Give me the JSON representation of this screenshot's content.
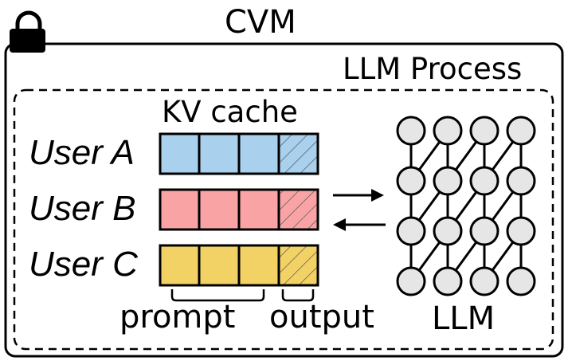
{
  "diagram": {
    "container_outer": {
      "label": "CVM",
      "icon": "lock-icon"
    },
    "container_inner": {
      "label": "LLM Process",
      "border": "dashed"
    },
    "kv_cache": {
      "title": "KV cache",
      "users": [
        {
          "label": "User A",
          "color": "#a9d0ec",
          "prompt_blocks": 3,
          "output_blocks": 1
        },
        {
          "label": "User B",
          "color": "#f9a3a4",
          "prompt_blocks": 3,
          "output_blocks": 1
        },
        {
          "label": "User C",
          "color": "#f2d265",
          "prompt_blocks": 3,
          "output_blocks": 1
        }
      ],
      "brace_labels": {
        "prompt": "prompt",
        "output": "output"
      }
    },
    "arrows": [
      {
        "direction": "right",
        "from": "kv_cache",
        "to": "llm"
      },
      {
        "direction": "left",
        "from": "llm",
        "to": "kv_cache"
      }
    ],
    "llm": {
      "label": "LLM",
      "grid": {
        "rows": 4,
        "cols": 4,
        "node_color": "#e6e6e6"
      }
    }
  }
}
